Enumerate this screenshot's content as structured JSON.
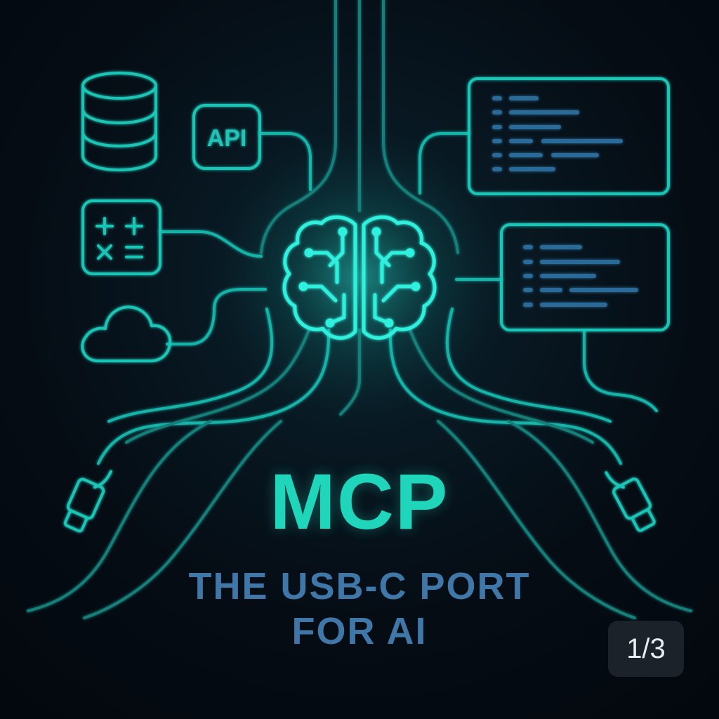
{
  "title": "MCP",
  "subtitle": {
    "line1": "THE USB-C PORT",
    "line2": "FOR AI"
  },
  "page_indicator": "1/3",
  "icons": {
    "api_label": "API",
    "left": [
      "database-icon",
      "api-icon",
      "calculator-icon",
      "cloud-icon"
    ],
    "right": [
      "code-window-icon",
      "code-window-icon"
    ],
    "center": "brain-icon",
    "connectors": [
      "usb-c-plug-icon",
      "usb-c-plug-icon"
    ]
  },
  "colors": {
    "background": "#050c14",
    "accent": "#1fd6bb",
    "subtitle": "#3f77a8",
    "badge": "#1c2229"
  }
}
